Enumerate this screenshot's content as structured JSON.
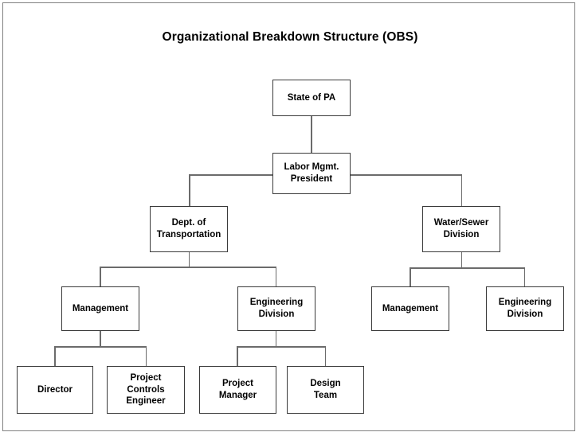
{
  "chart_data": {
    "type": "diagram",
    "diagram_type": "organizational-chart",
    "title": "Organizational Breakdown Structure (OBS)",
    "orientation": "top-down",
    "levels": 5,
    "nodes": [
      {
        "id": "state-of-pa",
        "label": "State of PA",
        "level": 1,
        "parent": null
      },
      {
        "id": "labor-mgmt-president",
        "label": "Labor Mgmt.\nPresident",
        "level": 2,
        "parent": "state-of-pa"
      },
      {
        "id": "dept-of-transportation",
        "label": "Dept. of\nTransportation",
        "level": 3,
        "parent": "labor-mgmt-president"
      },
      {
        "id": "water-sewer-division",
        "label": "Water/Sewer\nDivision",
        "level": 3,
        "parent": "labor-mgmt-president"
      },
      {
        "id": "dot-management",
        "label": "Management",
        "level": 4,
        "parent": "dept-of-transportation"
      },
      {
        "id": "dot-engineering-division",
        "label": "Engineering\nDivision",
        "level": 4,
        "parent": "dept-of-transportation"
      },
      {
        "id": "ws-management",
        "label": "Management",
        "level": 4,
        "parent": "water-sewer-division"
      },
      {
        "id": "ws-engineering-division",
        "label": "Engineering\nDivision",
        "level": 4,
        "parent": "water-sewer-division"
      },
      {
        "id": "director",
        "label": "Director",
        "level": 5,
        "parent": "dot-management"
      },
      {
        "id": "project-controls-engineer",
        "label": "Project\nControls\nEngineer",
        "level": 5,
        "parent": "dot-management"
      },
      {
        "id": "project-manager",
        "label": "Project\nManager",
        "level": 5,
        "parent": "dot-engineering-division"
      },
      {
        "id": "design-team",
        "label": "Design\nTeam",
        "level": 5,
        "parent": "dot-engineering-division"
      }
    ],
    "edges": [
      {
        "from": "state-of-pa",
        "to": "labor-mgmt-president"
      },
      {
        "from": "labor-mgmt-president",
        "to": "dept-of-transportation"
      },
      {
        "from": "labor-mgmt-president",
        "to": "water-sewer-division"
      },
      {
        "from": "dept-of-transportation",
        "to": "dot-management"
      },
      {
        "from": "dept-of-transportation",
        "to": "dot-engineering-division"
      },
      {
        "from": "water-sewer-division",
        "to": "ws-management"
      },
      {
        "from": "water-sewer-division",
        "to": "ws-engineering-division"
      },
      {
        "from": "dot-management",
        "to": "director"
      },
      {
        "from": "dot-management",
        "to": "project-controls-engineer"
      },
      {
        "from": "dot-engineering-division",
        "to": "project-manager"
      },
      {
        "from": "dot-engineering-division",
        "to": "design-team"
      }
    ],
    "colors": {
      "background": "#ffffff",
      "box_border": "#3a3a3a",
      "connector": "#6b6b6b",
      "frame_border": "#808080",
      "text": "#000000"
    }
  }
}
